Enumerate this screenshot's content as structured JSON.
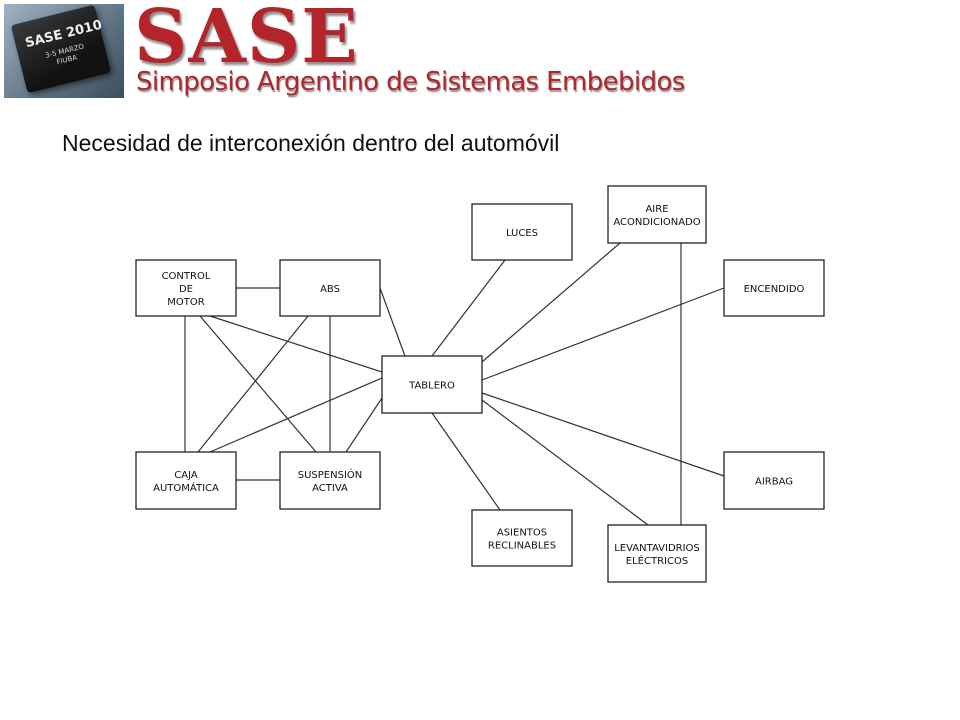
{
  "header": {
    "logo_title": "SASE 2010",
    "logo_date_line1": "3-5 MARZO",
    "logo_date_line2": "FIUBA",
    "brand": "SASE",
    "subtitle": "Simposio Argentino de Sistemas Embebidos"
  },
  "slide": {
    "title": "Necesidad de interconexión dentro del automóvil"
  },
  "diagram": {
    "nodes": [
      {
        "id": "control_motor",
        "lines": [
          "CONTROL",
          "DE",
          "MOTOR"
        ]
      },
      {
        "id": "abs",
        "lines": [
          "ABS"
        ]
      },
      {
        "id": "luces",
        "lines": [
          "LUCES"
        ]
      },
      {
        "id": "aire",
        "lines": [
          "AIRE",
          "ACONDICIONADO"
        ]
      },
      {
        "id": "encendido",
        "lines": [
          "ENCENDIDO"
        ]
      },
      {
        "id": "tablero",
        "lines": [
          "TABLERO"
        ]
      },
      {
        "id": "caja",
        "lines": [
          "CAJA",
          "AUTOMÁTICA"
        ]
      },
      {
        "id": "suspension",
        "lines": [
          "SUSPENSIÓN",
          "ACTIVA"
        ]
      },
      {
        "id": "airbag",
        "lines": [
          "AIRBAG"
        ]
      },
      {
        "id": "asientos",
        "lines": [
          "ASIENTOS",
          "RECLINABLES"
        ]
      },
      {
        "id": "levantavidrios",
        "lines": [
          "LEVANTAVIDRIOS",
          "ELÉCTRICOS"
        ]
      }
    ],
    "edges": [
      [
        "control_motor",
        "abs"
      ],
      [
        "control_motor",
        "tablero"
      ],
      [
        "control_motor",
        "caja"
      ],
      [
        "control_motor",
        "suspension"
      ],
      [
        "abs",
        "tablero"
      ],
      [
        "abs",
        "caja"
      ],
      [
        "abs",
        "suspension"
      ],
      [
        "caja",
        "suspension"
      ],
      [
        "caja",
        "tablero"
      ],
      [
        "suspension",
        "tablero"
      ],
      [
        "luces",
        "tablero"
      ],
      [
        "aire",
        "tablero"
      ],
      [
        "aire",
        "levantavidrios"
      ],
      [
        "encendido",
        "tablero"
      ],
      [
        "airbag",
        "tablero"
      ],
      [
        "asientos",
        "tablero"
      ],
      [
        "levantavidrios",
        "tablero"
      ]
    ]
  }
}
